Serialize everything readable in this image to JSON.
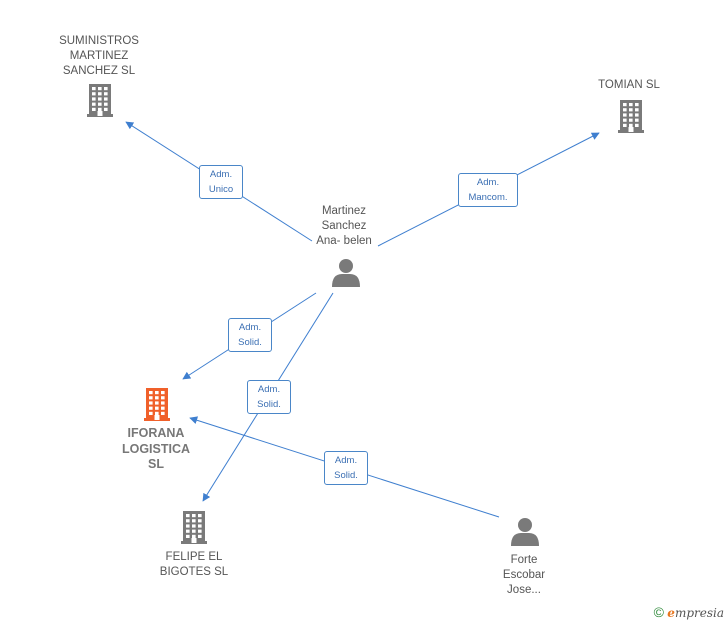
{
  "nodes": {
    "suministros": {
      "lines": [
        "SUMINISTROS",
        "MARTINEZ",
        "SANCHEZ SL"
      ],
      "kind": "company"
    },
    "tomian": {
      "lines": [
        "TOMIAN SL"
      ],
      "kind": "company"
    },
    "martinez": {
      "lines": [
        "Martinez",
        "Sanchez",
        "Ana- belen"
      ],
      "kind": "person"
    },
    "iforana": {
      "lines": [
        "IFORANA",
        "LOGISTICA",
        "SL"
      ],
      "kind": "company-main"
    },
    "felipe": {
      "lines": [
        "FELIPE EL",
        "BIGOTES  SL"
      ],
      "kind": "company"
    },
    "forte": {
      "lines": [
        "Forte",
        "Escobar",
        "Jose..."
      ],
      "kind": "person"
    }
  },
  "edges": [
    {
      "from": "martinez",
      "to": "suministros",
      "label": [
        "Adm.",
        "Unico"
      ]
    },
    {
      "from": "martinez",
      "to": "tomian",
      "label": [
        "Adm.",
        "Mancom."
      ]
    },
    {
      "from": "martinez",
      "to": "iforana",
      "label": [
        "Adm.",
        "Solid."
      ]
    },
    {
      "from": "martinez",
      "to": "felipe",
      "label": [
        "Adm.",
        "Solid."
      ]
    },
    {
      "from": "forte",
      "to": "iforana",
      "label": [
        "Adm.",
        "Solid."
      ]
    }
  ],
  "colors": {
    "edge": "#3f7fcf",
    "company_icon": "#7a7a7a",
    "main_company_icon": "#f0602a",
    "person_icon": "#7a7a7a"
  },
  "footer": {
    "copyright": "©",
    "brand_initial": "e",
    "brand_rest": "mpresia"
  }
}
